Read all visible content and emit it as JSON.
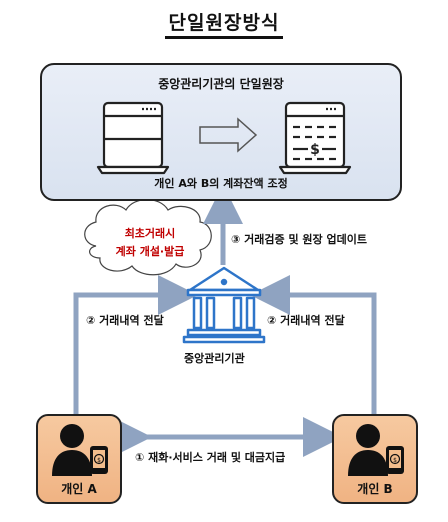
{
  "title": "단일원장방식",
  "ledger": {
    "title": "중앙관리기관의 단일원장",
    "caption": "개인 A와 B의 계좌잔액 조정"
  },
  "cloud": {
    "line1": "최초거래시",
    "line2": "계좌 개설·발급"
  },
  "step3_label": "③ 거래검증 및 원장 업데이트",
  "bank_label": "중앙관리기관",
  "step2_left_label": "② 거래내역 전달",
  "step2_right_label": "② 거래내역 전달",
  "step1_label": "① 재화·서비스 거래 및 대금지급",
  "person_a": {
    "label": "개인 A"
  },
  "person_b": {
    "label": "개인 B"
  },
  "colors": {
    "arrow": "#8fa3c1",
    "bank": "#2e75c9",
    "person_fill": "#f3bd8c",
    "ledger_fill": "#dfe6f2",
    "cloud_text": "#c00000"
  },
  "icons": [
    "ledger-before-icon",
    "arrow-right-icon",
    "ledger-after-icon",
    "bank-icon",
    "person-icon",
    "phone-payment-icon",
    "cloud-icon"
  ]
}
